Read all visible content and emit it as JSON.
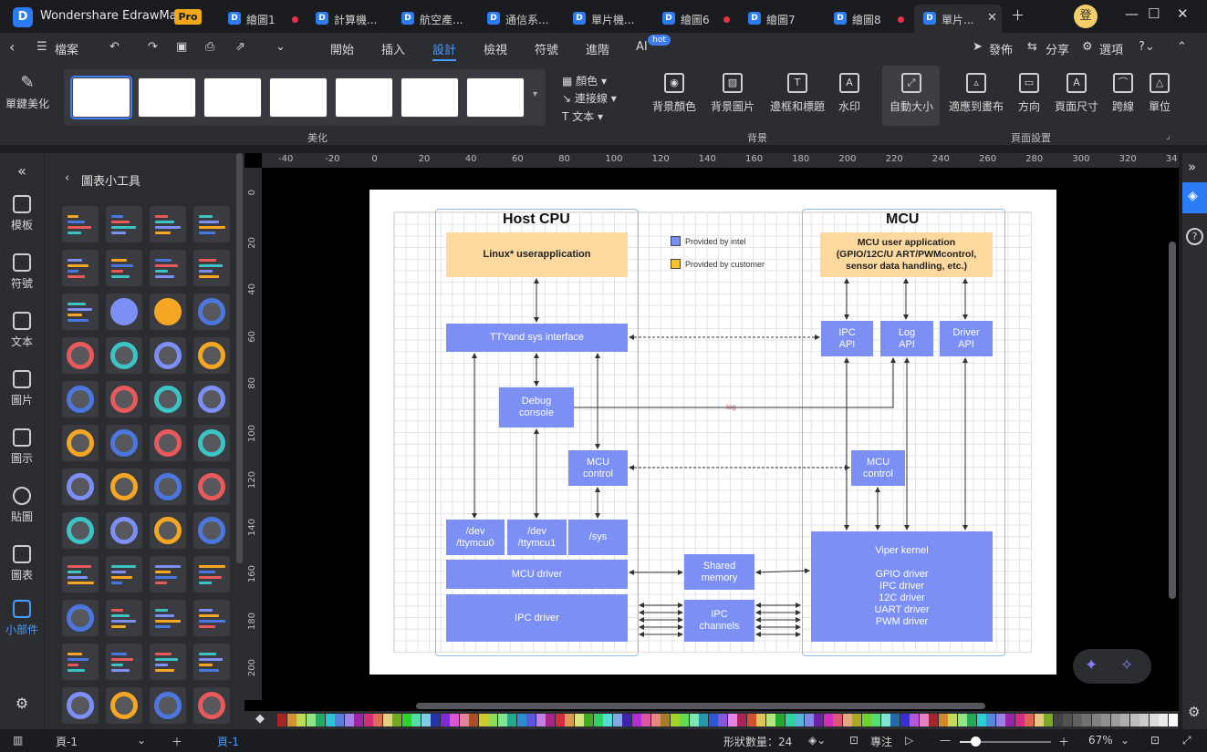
{
  "app": {
    "name": "Wondershare EdrawMax",
    "badge": "Pro",
    "avatar": "登"
  },
  "tabs": [
    {
      "label": "繪圖1",
      "dot": true
    },
    {
      "label": "計算機...",
      "dot": false
    },
    {
      "label": "航空產...",
      "dot": false
    },
    {
      "label": "通信系...",
      "dot": false
    },
    {
      "label": "單片機...",
      "dot": false
    },
    {
      "label": "繪圖6",
      "dot": true
    },
    {
      "label": "繪圖7",
      "dot": false
    },
    {
      "label": "繪圖8",
      "dot": true
    },
    {
      "label": "單片...",
      "dot": false,
      "active": true
    }
  ],
  "menu": {
    "file": "檔案",
    "items": [
      "開始",
      "插入",
      "設計",
      "檢視",
      "符號",
      "進階",
      "AI"
    ],
    "active": "設計",
    "hot": "hot",
    "publish": "發佈",
    "share": "分享",
    "options": "選項"
  },
  "ribbon": {
    "beautify_one": "單鍵美化",
    "color": "顏色",
    "connector": "連接線",
    "text": "文本",
    "bg_color": "背景顏色",
    "bg_image": "背景圖片",
    "border_title": "邊框和標題",
    "watermark": "水印",
    "auto_size": "自動大小",
    "fit_canvas": "適應到畫布",
    "orientation": "方向",
    "page_size": "頁面尺寸",
    "jump_line": "跨線",
    "unit": "單位",
    "section_beautify": "美化",
    "section_bg": "背景",
    "section_page": "頁面設置"
  },
  "rail": [
    "模板",
    "符號",
    "文本",
    "圖片",
    "圖示",
    "貼圖",
    "圖表",
    "小部件"
  ],
  "panel": {
    "title": "圖表小工具"
  },
  "ruler": {
    "top": [
      "-40",
      "-20",
      "0",
      "20",
      "40",
      "60",
      "80",
      "100",
      "120",
      "140",
      "160",
      "180",
      "200",
      "220",
      "240",
      "260",
      "280",
      "300",
      "320",
      "34"
    ],
    "left": [
      "0",
      "20",
      "40",
      "60",
      "80",
      "100",
      "120",
      "140",
      "160",
      "180",
      "200"
    ]
  },
  "diagram": {
    "host_title": "Host CPU",
    "mcu_title": "MCU",
    "legend_intel": "Provided by intel",
    "legend_customer": "Provided by customer",
    "linux_app": "Linux* userapplication",
    "mcu_app": "MCU user application\n(GPIO/12C/U ART/PWMcontrol,\nsensor data handling, etc.)",
    "tty": "TTYand sys interface",
    "ipc_api": "IPC\nAPI",
    "log_api": "Log\nAPI",
    "driver_api": "Driver\nAPI",
    "debug": "Debug\nconsole",
    "log_label": "log",
    "mcu_control_host": "MCU\ncontrol",
    "mcu_control_mcu": "MCU\ncontrol",
    "dev0": "/dev\n/ttymcu0",
    "dev1": "/dev\n/ttymcu1",
    "sys": "/sys",
    "mcu_driver": "MCU driver",
    "ipc_driver": "IPC driver",
    "shared_memory": "Shared\nmemory",
    "ipc_channels": "IPC\nchannels",
    "viper": "Viper kernel\n\nGPIO driver\nIPC driver\n12C driver\nUART driver\nPWM driver",
    "colors": {
      "intel": "#7b8ff5",
      "customer": "#fdd9a0"
    }
  },
  "status": {
    "page_nav": "頁-1",
    "page_tab": "頁-1",
    "shape_count": "形狀數量：24",
    "focus": "專注",
    "zoom": "67%"
  }
}
